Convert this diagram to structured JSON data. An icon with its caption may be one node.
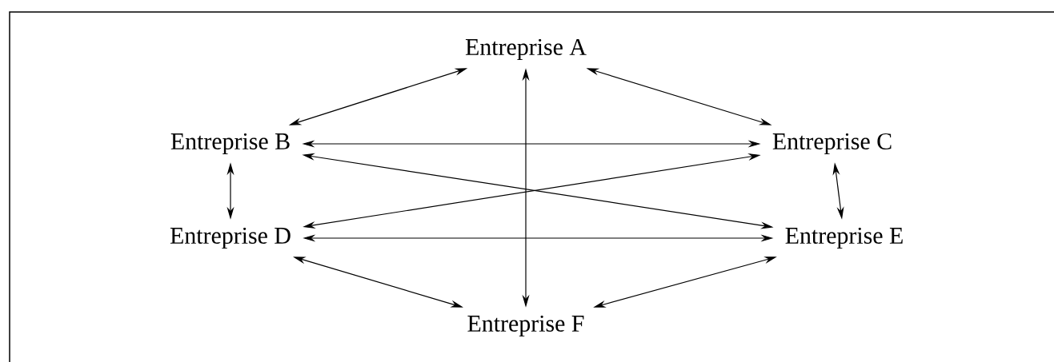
{
  "diagram": {
    "nodes": [
      {
        "text": [
          "Entreprise A"
        ]
      },
      {
        "text": [
          "Entreprise B"
        ]
      },
      {
        "text": [
          "Entreprise C"
        ]
      },
      {
        "text": [
          "Entreprise D"
        ]
      },
      {
        "text": [
          "Entreprise E"
        ]
      },
      {
        "text": [
          "Entreprise F"
        ]
      }
    ],
    "edges": [
      {
        "from": 0,
        "to": 1,
        "arrow": "both"
      },
      {
        "from": 0,
        "to": 2,
        "arrow": "both"
      },
      {
        "from": 0,
        "to": 5,
        "arrow": "both"
      },
      {
        "from": 1,
        "to": 2,
        "arrow": "both"
      },
      {
        "from": 1,
        "to": 4,
        "arrow": "both"
      },
      {
        "from": 2,
        "to": 3,
        "arrow": "both"
      },
      {
        "from": 1,
        "to": 3,
        "arrow": "both"
      },
      {
        "from": 2,
        "to": 4,
        "arrow": "both"
      },
      {
        "from": 3,
        "to": 4,
        "arrow": "both"
      },
      {
        "from": 3,
        "to": 5,
        "arrow": "both"
      },
      {
        "from": 4,
        "to": 5,
        "arrow": "both"
      }
    ]
  }
}
